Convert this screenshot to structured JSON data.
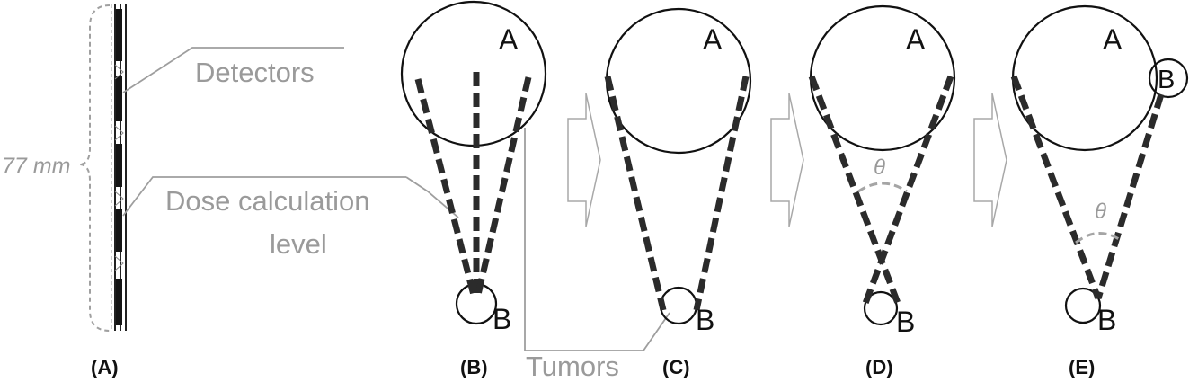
{
  "labels": {
    "dimension": "77 mm",
    "detectors": "Detectors",
    "dose_line1": "Dose calculation",
    "dose_line2": "level",
    "tumors": "Tumors",
    "theta": "θ",
    "tumor_a": "A",
    "tumor_b": "B"
  },
  "panels": [
    "(A)",
    "(B)",
    "(C)",
    "(D)",
    "(E)"
  ],
  "colors": {
    "beam": "#2b2b2b",
    "annotation_grey": "#9a9a9a",
    "outline": "#111111"
  }
}
